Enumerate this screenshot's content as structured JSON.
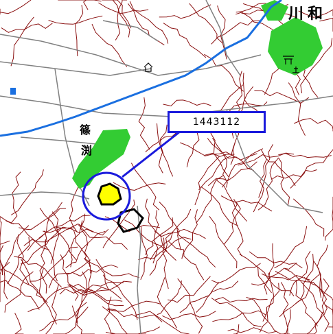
{
  "callout": {
    "label": "1443112"
  },
  "place_labels": {
    "top_right_1": "川",
    "top_right_2": "和",
    "river_left_1": "篠",
    "river_left_2": "渕"
  },
  "colors": {
    "contour": "#8a1010",
    "river": "#1a6fe0",
    "road": "#808080",
    "forest": "#33cc33",
    "highlight_fill": "#ffff00",
    "selection_ring": "#1a1adc",
    "callout_border": "#1a1adc"
  },
  "icons": [
    "temple-icon",
    "shrine-icon",
    "school-icon"
  ]
}
